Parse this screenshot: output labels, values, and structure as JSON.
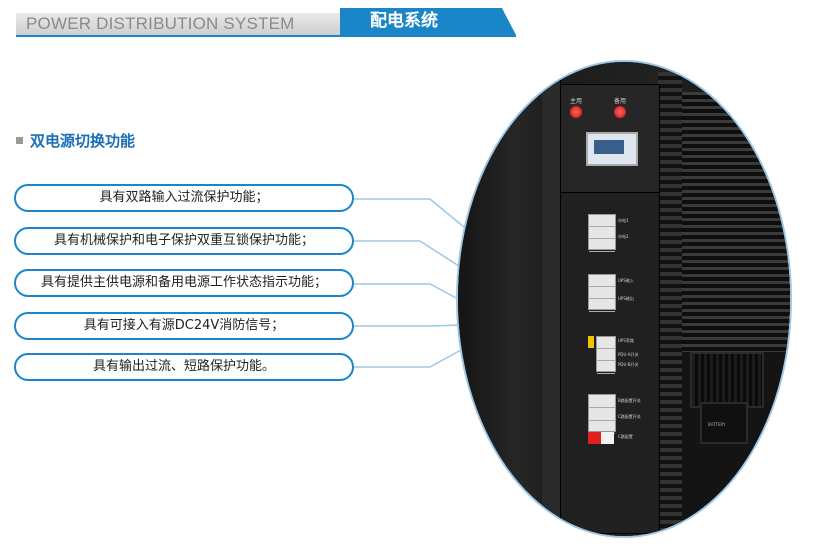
{
  "header": {
    "english_title": "POWER DISTRIBUTION SYSTEM",
    "chinese_title": "配电系统"
  },
  "section": {
    "title": "双电源切换功能"
  },
  "features": [
    "具有双路输入过流保护功能；",
    "具有机械保护和电子保护双重互锁保护功能；",
    "具有提供主供电源和备用电源工作状态指示功能；",
    "具有可接入有源DC24V消防信号；",
    "具有输出过流、短路保护功能。"
  ],
  "photo": {
    "lamp_main": "主用",
    "lamp_backup": "备用",
    "breakers": [
      "市电1",
      "市电2",
      "UPS输入",
      "UPS输出",
      "UPS旁路",
      "PDU-A开关",
      "PDU-B开关",
      "B路配置开关",
      "C路配置开关",
      "C路配置"
    ],
    "battery_label": "BATTERY"
  },
  "colors": {
    "accent": "#1a86c8",
    "section_text": "#1a6fb5",
    "header_gray": "#cfcfcf",
    "lamp_red": "#d20000"
  }
}
